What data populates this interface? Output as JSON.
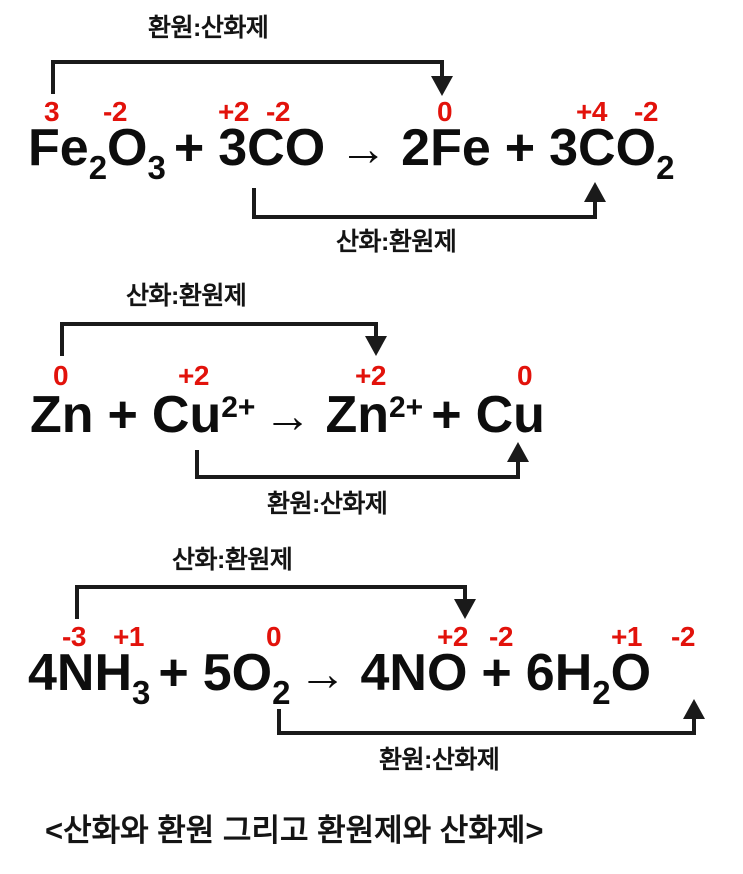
{
  "colors": {
    "background": "#ffffff",
    "text": "#0d0d0d",
    "oxidation_number": "#e2120b",
    "connector": "#1a1a1a"
  },
  "caption": "<산화와 환원 그리고 환원제와 산화제>",
  "labels": {
    "reduction_oxidizing_agent": "환원:산화제",
    "oxidation_reducing_agent": "산화:환원제"
  },
  "equations": [
    {
      "id": "eq1",
      "formula_plain": "Fe2O3 + 3CO → 2Fe + 3CO2",
      "terms": [
        {
          "text": "Fe",
          "sub": "2"
        },
        {
          "text": "O",
          "sub": "3"
        },
        {
          "text": "+"
        },
        {
          "text": "3CO"
        },
        {
          "text": "→"
        },
        {
          "text": "2Fe"
        },
        {
          "text": "+"
        },
        {
          "text": "3CO",
          "sub": "2"
        }
      ],
      "oxidation_numbers": [
        {
          "value": "3",
          "over": "Fe"
        },
        {
          "value": "-2",
          "over": "O"
        },
        {
          "value": "+2",
          "over": "C"
        },
        {
          "value": "-2",
          "over": "O"
        },
        {
          "value": "0",
          "over": "Fe"
        },
        {
          "value": "+4",
          "over": "C"
        },
        {
          "value": "-2",
          "over": "O"
        }
      ],
      "top_label": "환원:산화제",
      "bottom_label": "산화:환원제",
      "top_from": "Fe2O3",
      "top_to": "2Fe",
      "bottom_from": "3CO",
      "bottom_to": "3CO2"
    },
    {
      "id": "eq2",
      "formula_plain": "Zn + Cu2+ → Zn2+ + Cu",
      "terms": [
        {
          "text": "Zn"
        },
        {
          "text": "+"
        },
        {
          "text": "Cu",
          "sup": "2+"
        },
        {
          "text": "→"
        },
        {
          "text": "Zn",
          "sup": "2+"
        },
        {
          "text": "+"
        },
        {
          "text": "Cu"
        }
      ],
      "oxidation_numbers": [
        {
          "value": "0",
          "over": "Zn"
        },
        {
          "value": "+2",
          "over": "Cu"
        },
        {
          "value": "+2",
          "over": "Zn"
        },
        {
          "value": "0",
          "over": "Cu"
        }
      ],
      "top_label": "산화:환원제",
      "bottom_label": "환원:산화제",
      "top_from": "Zn",
      "top_to": "Zn2+",
      "bottom_from": "Cu2+",
      "bottom_to": "Cu"
    },
    {
      "id": "eq3",
      "formula_plain": "4NH3 + 5O2 → 4NO + 6H2O",
      "terms": [
        {
          "text": "4NH",
          "sub": "3"
        },
        {
          "text": "+"
        },
        {
          "text": "5O",
          "sub": "2"
        },
        {
          "text": "→"
        },
        {
          "text": "4NO"
        },
        {
          "text": "+"
        },
        {
          "text": "6H",
          "sub": "2"
        },
        {
          "text": "O"
        }
      ],
      "oxidation_numbers": [
        {
          "value": "-3",
          "over": "N"
        },
        {
          "value": "+1",
          "over": "H"
        },
        {
          "value": "0",
          "over": "O"
        },
        {
          "value": "+2",
          "over": "N"
        },
        {
          "value": "-2",
          "over": "O"
        },
        {
          "value": "+1",
          "over": "H"
        },
        {
          "value": "-2",
          "over": "O"
        }
      ],
      "top_label": "산화:환원제",
      "bottom_label": "환원:산화제",
      "top_from": "4NH3",
      "top_to": "4NO",
      "bottom_from": "5O2",
      "bottom_to": "6H2O"
    }
  ],
  "eq1": {
    "t1": "Fe",
    "t1sub": "2",
    "t2": "O",
    "t2sub": "3",
    "plus1": "+",
    "t3": "3CO",
    "arrow": "→",
    "t4": "2Fe",
    "plus2": "+",
    "t5": "3CO",
    "t5sub": "2",
    "ox1": "3",
    "ox2": "-2",
    "ox3": "+2",
    "ox4": "-2",
    "ox5": "0",
    "ox6": "+4",
    "ox7": "-2",
    "top_label": "환원:산화제",
    "bottom_label": "산화:환원제"
  },
  "eq2": {
    "t1": "Zn",
    "plus1": "+",
    "t2": "Cu",
    "t2sup": "2+",
    "arrow": "→",
    "t3": "Zn",
    "t3sup": "2+",
    "plus2": "+",
    "t4": "Cu",
    "ox1": "0",
    "ox2": "+2",
    "ox3": "+2",
    "ox4": "0",
    "top_label": "산화:환원제",
    "bottom_label": "환원:산화제"
  },
  "eq3": {
    "t1": "4NH",
    "t1sub": "3",
    "plus1": "+",
    "t2": "5O",
    "t2sub": "2",
    "arrow": "→",
    "t3": "4NO",
    "plus2": "+",
    "t4": "6H",
    "t4sub": "2",
    "t5": "O",
    "ox1": "-3",
    "ox2": "+1",
    "ox3": "0",
    "ox4": "+2",
    "ox5": "-2",
    "ox6": "+1",
    "ox7": "-2",
    "top_label": "산화:환원제",
    "bottom_label": "환원:산화제"
  }
}
